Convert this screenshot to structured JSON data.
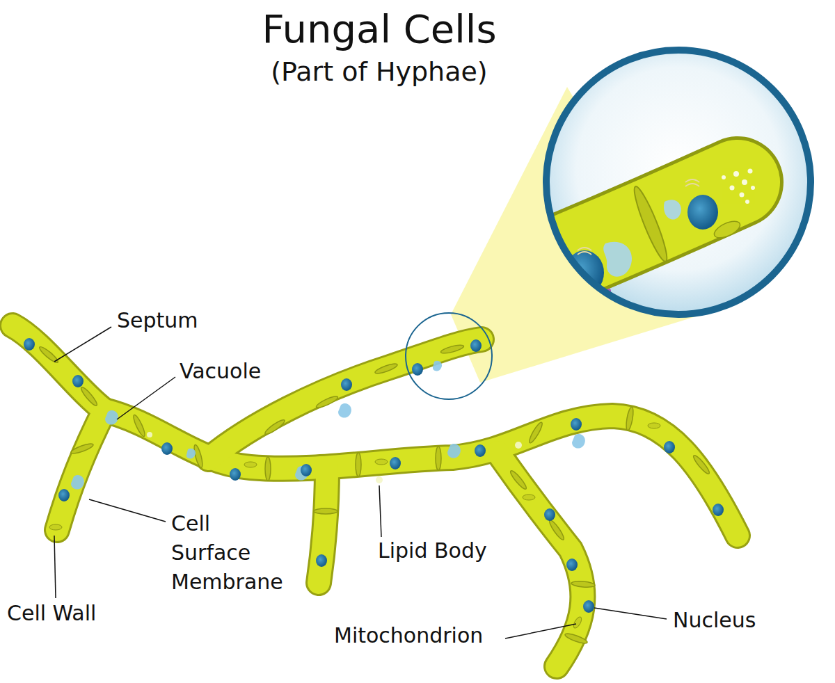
{
  "diagram": {
    "title": "Fungal Cells",
    "labels": [
      "(Part of Hyphae)",
      "Septum",
      "Vacuole",
      "Cell Surface Membrane",
      "Cell Wall",
      "Lipid Body",
      "Mitochondrion",
      "Nucleus"
    ]
  }
}
